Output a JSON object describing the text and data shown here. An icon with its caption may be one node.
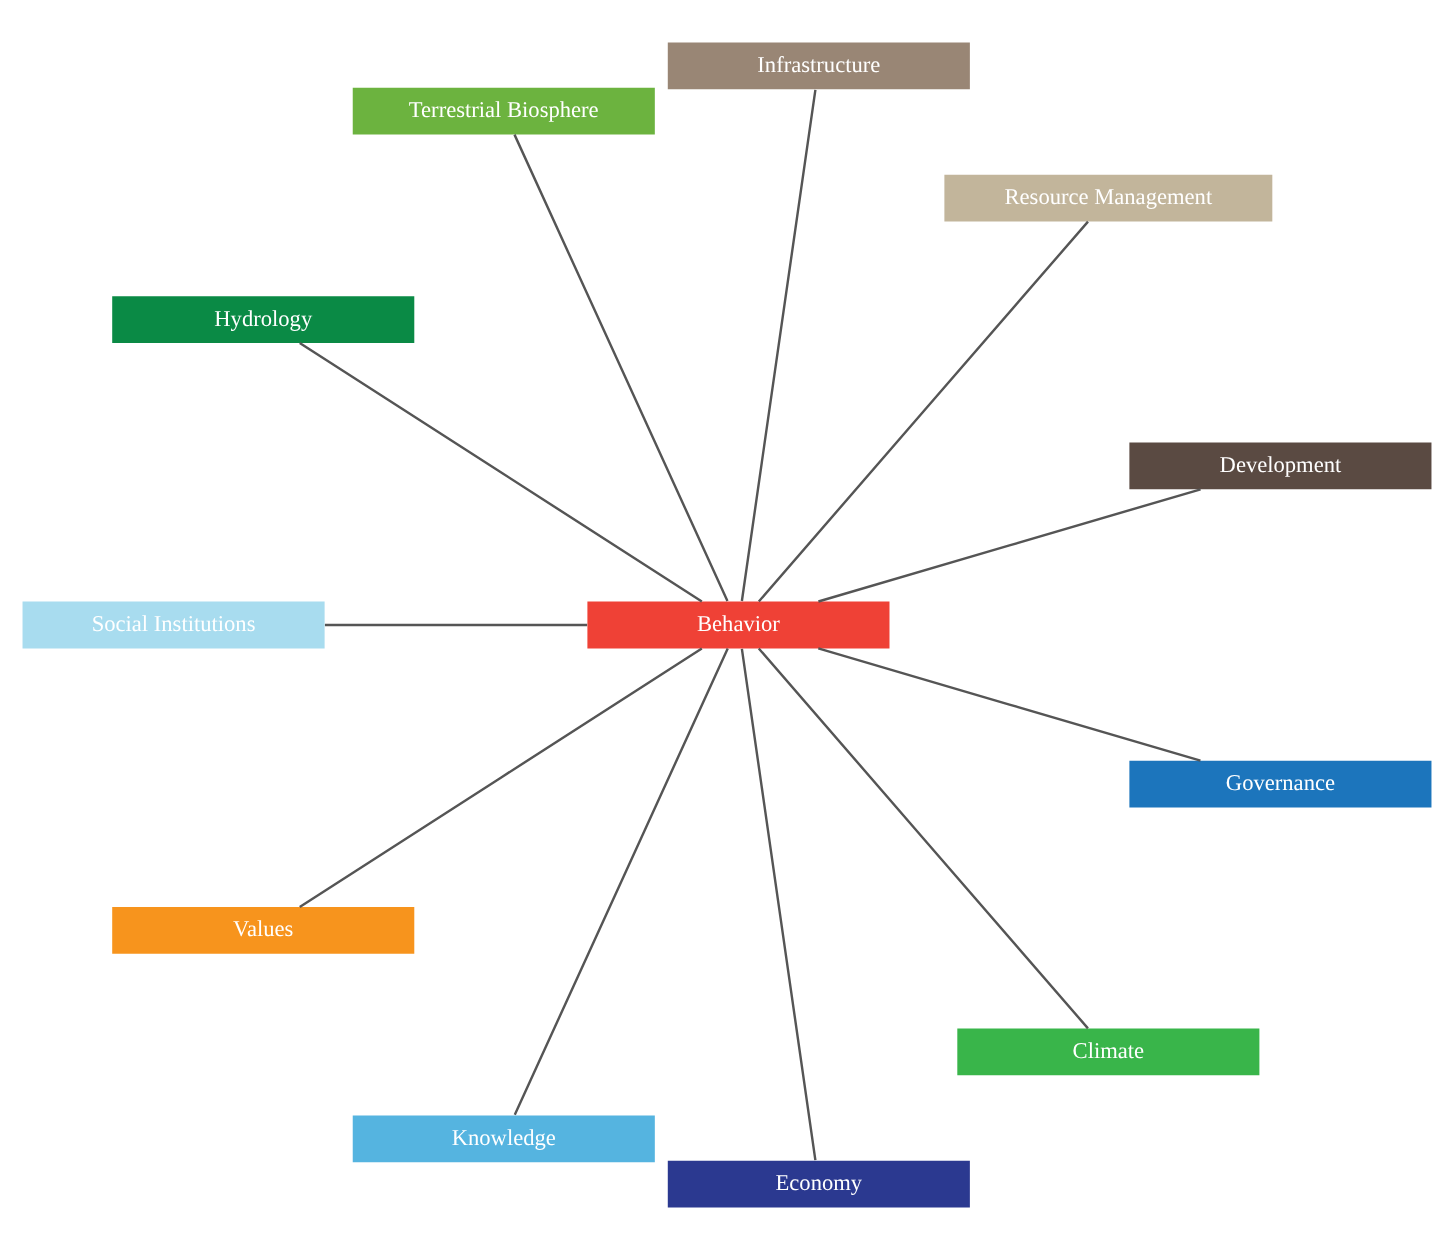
{
  "diagram": {
    "nodes": [
      {
        "text": [
          "Hydrology"
        ]
      },
      {
        "text": [
          "Social Institutions"
        ]
      },
      {
        "text": [
          "Values"
        ]
      },
      {
        "text": [
          "Knowledge"
        ]
      },
      {
        "text": [
          "Economy"
        ]
      },
      {
        "text": [
          "Climate"
        ]
      },
      {
        "text": [
          "Governance"
        ]
      },
      {
        "text": [
          "Behavior"
        ]
      },
      {
        "text": [
          "Development"
        ]
      },
      {
        "text": [
          "Resource Management"
        ]
      },
      {
        "text": [
          "Infrastructure"
        ]
      },
      {
        "text": [
          "Terrestrial Biosphere"
        ]
      }
    ],
    "edges": [
      {
        "from": 0,
        "to": 7,
        "arrow": "none"
      },
      {
        "from": 1,
        "to": 7,
        "arrow": "none"
      },
      {
        "from": 2,
        "to": 7,
        "arrow": "none"
      },
      {
        "from": 3,
        "to": 7,
        "arrow": "none"
      },
      {
        "from": 4,
        "to": 7,
        "arrow": "none"
      },
      {
        "from": 5,
        "to": 7,
        "arrow": "none"
      },
      {
        "from": 6,
        "to": 7,
        "arrow": "none"
      },
      {
        "from": 7,
        "to": 8,
        "arrow": "none"
      },
      {
        "from": 7,
        "to": 9,
        "arrow": "none"
      },
      {
        "from": 7,
        "to": 10,
        "arrow": "none"
      },
      {
        "from": 7,
        "to": 11,
        "arrow": "none"
      }
    ]
  }
}
